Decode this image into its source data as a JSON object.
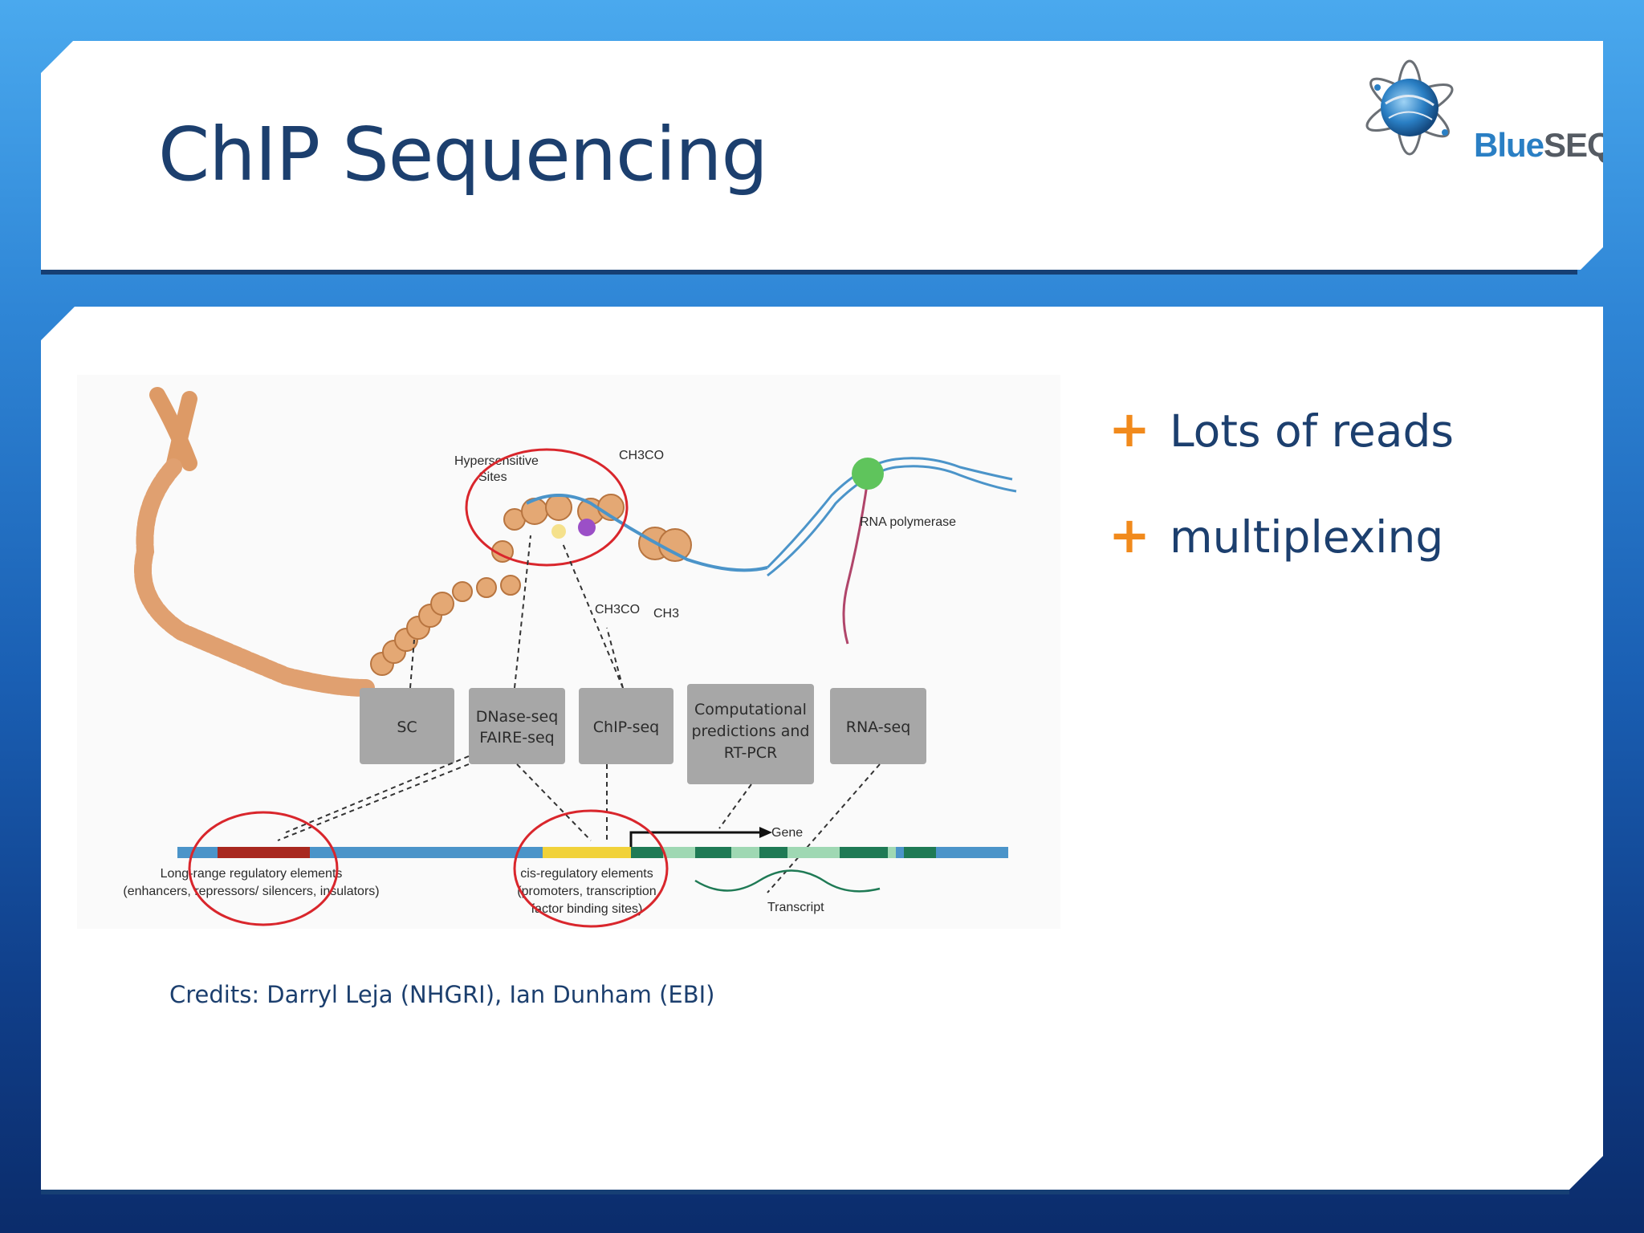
{
  "slide": {
    "title": "ChIP Sequencing",
    "logo": {
      "text_part1": "Blue",
      "text_part2": "SEQ",
      "icon": "globe-orbit-icon"
    },
    "bullets": [
      {
        "marker": "+",
        "text": "Lots of reads"
      },
      {
        "marker": "+",
        "text": "multiplexing"
      }
    ],
    "credits": "Credits: Darryl Leja (NHGRI), Ian Dunham (EBI)"
  },
  "diagram": {
    "labels": {
      "hypersensitive_1": "Hypersensitive",
      "hypersensitive_2": "Sites",
      "ch3co_top": "CH3CO",
      "ch3co_mid": "CH3CO",
      "ch3": "CH3",
      "rna_polymerase": "RNA polymerase",
      "gene": "Gene",
      "transcript": "Transcript",
      "long_range_1": "Long-range regulatory elements",
      "long_range_2": "(enhancers, repressors/ silencers, insulators)",
      "cis_1": "cis-regulatory elements",
      "cis_2": "(promoters, transcription",
      "cis_3": "factor binding sites)"
    },
    "methods": [
      {
        "lines": [
          "SC"
        ]
      },
      {
        "lines": [
          "DNase-seq",
          "FAIRE-seq"
        ]
      },
      {
        "lines": [
          "ChIP-seq"
        ]
      },
      {
        "lines": [
          "Computational",
          "predictions and",
          "RT-PCR"
        ]
      },
      {
        "lines": [
          "RNA-seq"
        ]
      }
    ]
  },
  "colors": {
    "title": "#1c3f6e",
    "bullet_marker": "#f18a1c",
    "circle": "#d9262c",
    "chromatin": "#e0a070",
    "dna_bar": "#4b94c9"
  }
}
